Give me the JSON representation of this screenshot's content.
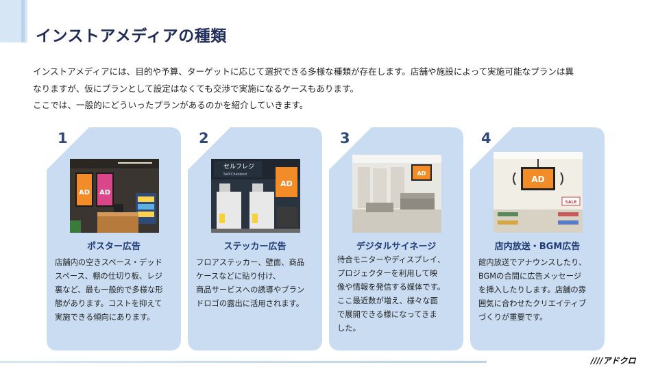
{
  "title": "インストアメディアの種類",
  "intro": [
    "インストアメディアには、目的や予算、ターゲットに応じて選択できる多様な種類が存在します。店舗や施設によって実施可能なプランは異",
    "なりますが、仮にプランとして設定はなくても交渉で実施になるケースもあります。",
    "ここでは、一般的にどういったプランがあるのかを紹介していきます。"
  ],
  "cards": [
    {
      "num": "1",
      "title": "ポスター広告",
      "desc": [
        "店舗内の空きスペース・デッド",
        "スペース、棚の仕切り板、レジ",
        "裏など、最も一般的で多様な形",
        "態があります。コストを抑えて",
        "実施できる傾向にあります。"
      ],
      "ad_label": "AD"
    },
    {
      "num": "2",
      "title": "ステッカー広告",
      "desc": [
        "フロアステッカー、壁面、商品",
        "ケースなどに貼り付け、",
        "商品サービスへの誘導やブラン",
        "ドロゴの露出に活用されます。"
      ],
      "ad_label": "AD",
      "sign_text": "セルフレジ",
      "sign_sub": "Self-Checkout"
    },
    {
      "num": "3",
      "title": "デジタルサイネージ",
      "desc": [
        "待合モニターやディスプレイ、",
        "プロジェクターを利用して映",
        "像や情報を発信する媒体です。",
        "ここ最近数が増え、様々な面",
        "で展開できる様になってきま",
        "した。"
      ],
      "ad_label": "AD"
    },
    {
      "num": "4",
      "title": "店内放送・BGM広告",
      "desc": [
        "館内放送でアナウンスしたり、",
        "BGMの合間に広告メッセージ",
        "を挿入したりします。店舗の雰",
        "囲気に合わせたクリエイティブ",
        "づくりが重要です。"
      ],
      "ad_label": "AD",
      "sale_label": "SALE"
    }
  ],
  "logo": "////アドクロ",
  "colors": {
    "card_bg": "#c9dcf1",
    "title": "#1f2c57",
    "accent": "#2f4a7a"
  }
}
